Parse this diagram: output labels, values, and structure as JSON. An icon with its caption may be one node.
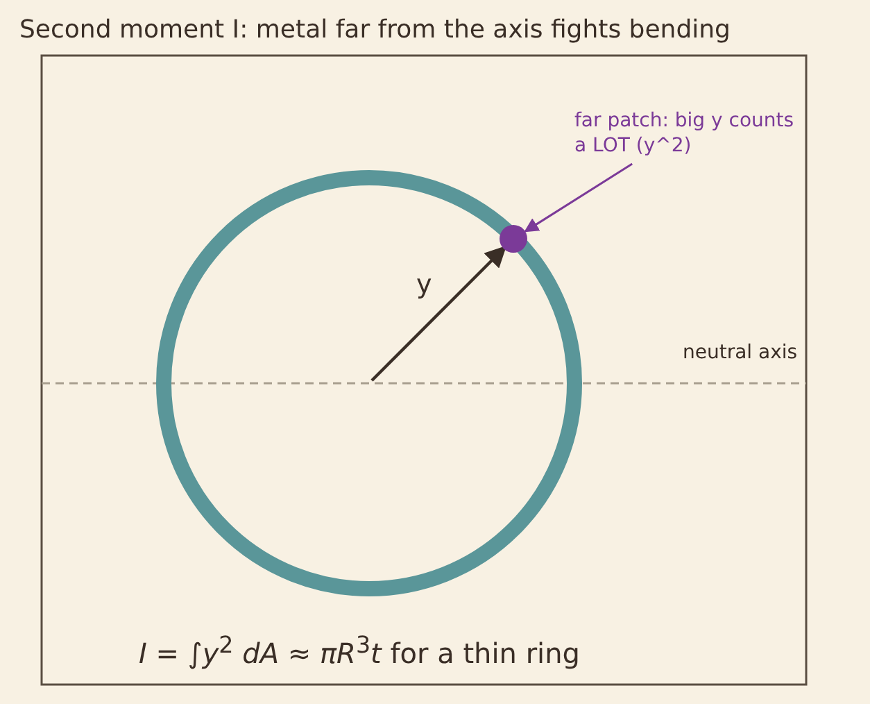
{
  "diagram": {
    "title": "Second moment I: metal far from the axis fights bending",
    "nodes": [
      {
        "text": [
          "far patch: big y counts a LOT (y^2)"
        ]
      },
      {
        "text": [],
        "shape": "circle"
      }
    ],
    "edges": [
      {
        "from": 0,
        "to": 1,
        "arrow": "to"
      }
    ],
    "labels": [
      "y",
      "neutral axis",
      "*I* = ∫*y*$^{2}$ *dA* ≈ *πR*$^{3}$*t* for a thin ring"
    ]
  }
}
